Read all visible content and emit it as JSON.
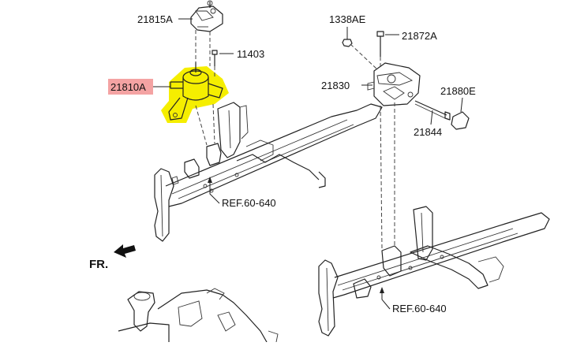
{
  "callouts": {
    "p21815A": "21815A",
    "p11403": "11403",
    "p21810A": "21810A",
    "p1338AE": "1338AE",
    "p21872A": "21872A",
    "p21830": "21830",
    "p21880E": "21880E",
    "p21844": "21844"
  },
  "refs": {
    "ref_left": "REF.60-640",
    "ref_right": "REF.60-640"
  },
  "front_marker": {
    "label": "FR."
  },
  "colors": {
    "highlight_part": "#f5ee00",
    "highlight_label_bg": "#f4a3a3",
    "line": "#222222"
  }
}
